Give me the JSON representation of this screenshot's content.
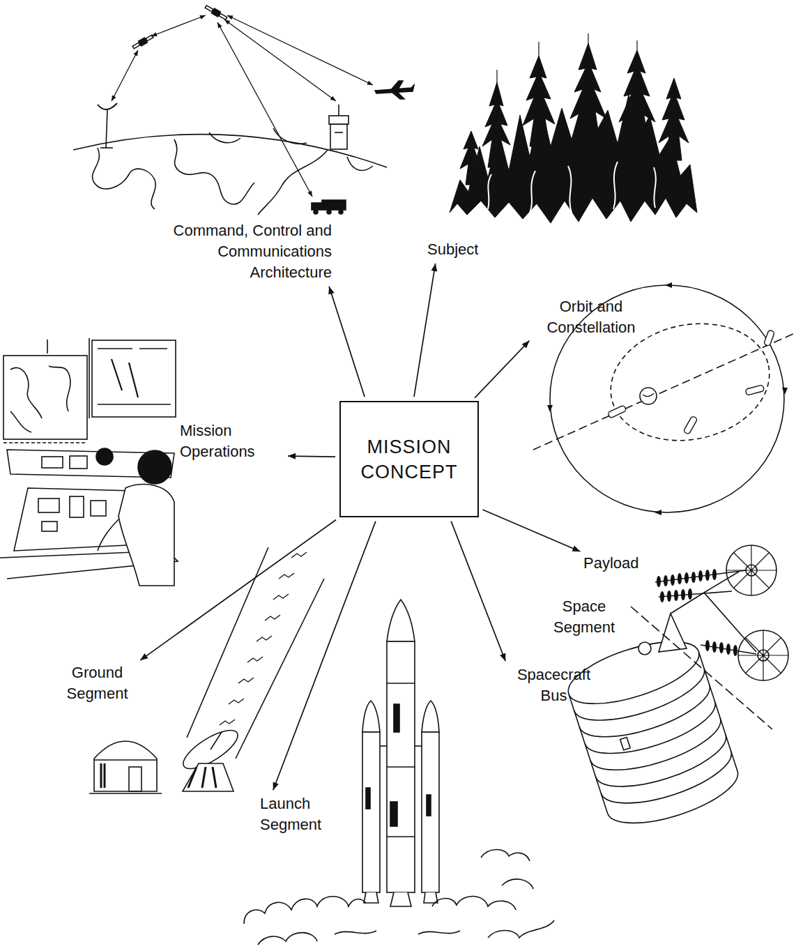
{
  "diagram": {
    "nodes": [
      {
        "text": [
          "MISSION CONCEPT"
        ]
      },
      {
        "text": [
          "Command, Control and Communications Architecture"
        ]
      },
      {
        "text": [
          "Subject"
        ]
      },
      {
        "text": [
          "Orbit and Constellation"
        ]
      },
      {
        "text": [
          "Mission Operations"
        ]
      },
      {
        "text": [
          "Payload"
        ]
      },
      {
        "text": [
          "Ground Segment"
        ]
      },
      {
        "text": [
          "Launch Segment"
        ]
      },
      {
        "text": [
          "Spacecraft Bus"
        ]
      }
    ],
    "edges": [
      {
        "from": 0,
        "to": 1,
        "arrow": "to"
      },
      {
        "from": 0,
        "to": 2,
        "arrow": "to"
      },
      {
        "from": 0,
        "to": 3,
        "arrow": "to"
      },
      {
        "from": 0,
        "to": 4,
        "arrow": "to"
      },
      {
        "from": 0,
        "to": 5,
        "arrow": "to"
      },
      {
        "from": 0,
        "to": 6,
        "arrow": "to"
      },
      {
        "from": 0,
        "to": 7,
        "arrow": "to"
      },
      {
        "from": 0,
        "to": 8,
        "arrow": "to"
      }
    ],
    "labels": [
      "Space Segment"
    ]
  }
}
